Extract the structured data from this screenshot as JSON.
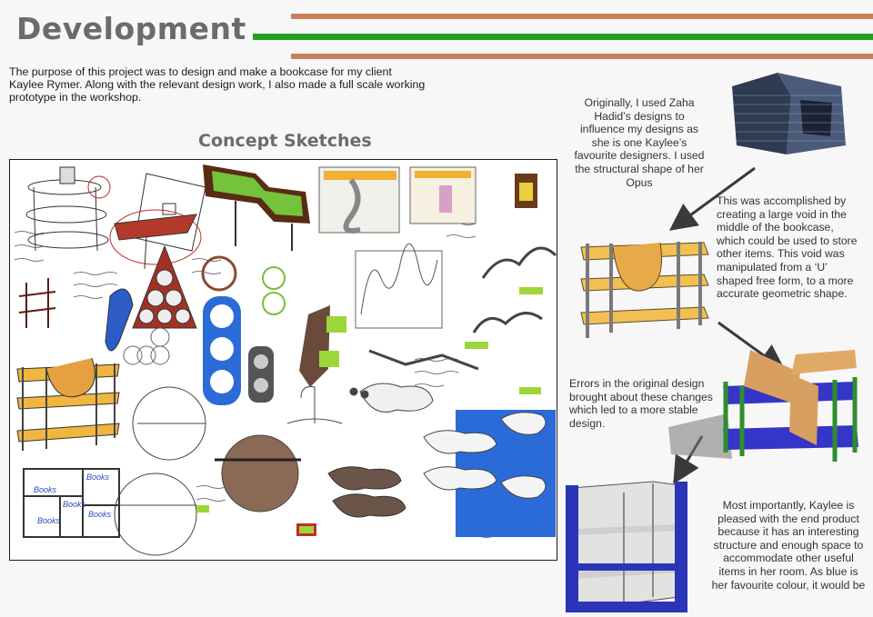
{
  "page": {
    "title": "Development",
    "intro": "The purpose of this project was to design and make a bookcase for my client Kaylee Rymer. Along with the relevant design work, I also made a full scale working prototype in the workshop.",
    "concept_heading": "Concept Sketches"
  },
  "notes": [
    "Originally, I used Zaha Hadid’s designs to influence my designs as she is one Kaylee’s favourite designers. I used the structural shape of her Opus",
    "This was accomplished by creating a large void in the middle of the bookcase, which could be used to store other items. This void was manipulated from a ‘U’ shaped free form, to a more accurate geometric shape.",
    "Errors in the original design brought about these changes which led to a more stable design.",
    "Most importantly, Kaylee is pleased with the end product because it has an interesting structure and enough space to accommodate other useful items in her room. As blue is her favourite colour, it would be"
  ],
  "sketch_labels": {
    "books_1": "Books",
    "books_2": "Books",
    "books_3": "Books",
    "books_4": "Books",
    "books_5": "Books"
  },
  "colors": {
    "title_grey": "#6b6b6b",
    "rule_brown": "#c9805a",
    "rule_green": "#22a022",
    "shelf_yellow": "#f0c040",
    "bookcase_blue": "#2a2ab8"
  }
}
